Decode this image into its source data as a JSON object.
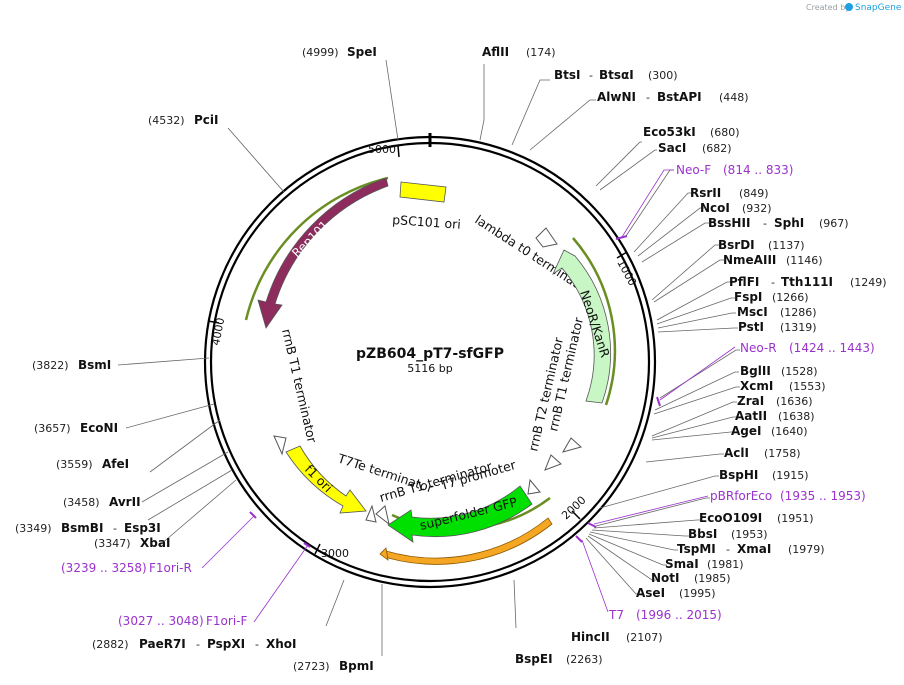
{
  "credit": {
    "created_by": "Created by",
    "brand": "SnapGene"
  },
  "plasmid": {
    "name": "pZB604_pT7-sfGFP",
    "length": "5116 bp"
  },
  "ticks": [
    "1000",
    "2000",
    "3000",
    "4000",
    "5000"
  ],
  "features": {
    "rep101": "Rep101",
    "psc101_ori": "pSC101 ori",
    "lambda_t0": "lambda t0 terminator",
    "neor": "NeoR/KanR",
    "rrnb_t2": "rrnB T2 terminator",
    "rrnb_t1_right": "rrnB T1 terminator",
    "rrnb_t1_left": "rrnB T1 terminator",
    "f1_ori": "f1 ori",
    "t7te": "T7Te terminator",
    "rrnb_t1_bottom": "rrnB T1 terminator",
    "t7_promoter": "T7 promoter",
    "sfgfp": "superfolder GFP"
  },
  "sites": {
    "aflii": {
      "name": "AflII",
      "pos": "(174)"
    },
    "btsi": {
      "name": "BtsI",
      "extra": "BtsαI",
      "pos": "(300)"
    },
    "alwni": {
      "name": "AlwNI",
      "extra": "BstAPI",
      "pos": "(448)"
    },
    "eco53ki": {
      "name": "Eco53kI",
      "pos": "(680)"
    },
    "saci": {
      "name": "SacI",
      "pos": "(682)"
    },
    "neof": {
      "name": "Neo-F",
      "pos": "(814 .. 833)"
    },
    "rsrii": {
      "name": "RsrII",
      "pos": "(849)"
    },
    "ncoi": {
      "name": "NcoI",
      "pos": "(932)"
    },
    "bsshii": {
      "name": "BssHII",
      "extra": "SphI",
      "pos": "(967)"
    },
    "bsrdi": {
      "name": "BsrDI",
      "pos": "(1137)"
    },
    "nmeaiii": {
      "name": "NmeAIII",
      "pos": "(1146)"
    },
    "pflfi": {
      "name": "PflFI",
      "extra": "Tth111I",
      "pos": "(1249)"
    },
    "fspi": {
      "name": "FspI",
      "pos": "(1266)"
    },
    "msci": {
      "name": "MscI",
      "pos": "(1286)"
    },
    "psti": {
      "name": "PstI",
      "pos": "(1319)"
    },
    "neor": {
      "name": "Neo-R",
      "pos": "(1424 .. 1443)"
    },
    "bglii": {
      "name": "BglII",
      "pos": "(1528)"
    },
    "xcmi": {
      "name": "XcmI",
      "pos": "(1553)"
    },
    "zrai": {
      "name": "ZraI",
      "pos": "(1636)"
    },
    "aatii": {
      "name": "AatII",
      "pos": "(1638)"
    },
    "agei": {
      "name": "AgeI",
      "pos": "(1640)"
    },
    "acli": {
      "name": "AclI",
      "pos": "(1758)"
    },
    "bsphi": {
      "name": "BspHI",
      "pos": "(1915)"
    },
    "pbrforeco": {
      "name": "pBRforEco",
      "pos": "(1935 .. 1953)"
    },
    "eco0109i": {
      "name": "EcoO109I",
      "pos": "(1951)"
    },
    "bbsi": {
      "name": "BbsI",
      "pos": "(1953)"
    },
    "tspmi": {
      "name": "TspMI",
      "extra": "XmaI",
      "pos": "(1979)"
    },
    "smai": {
      "name": "SmaI",
      "pos": "(1981)"
    },
    "noti": {
      "name": "NotI",
      "pos": "(1985)"
    },
    "asei": {
      "name": "AseI",
      "pos": "(1995)"
    },
    "t7": {
      "name": "T7",
      "pos": "(1996 .. 2015)"
    },
    "hincii": {
      "name": "HincII",
      "pos": "(2107)"
    },
    "bspei": {
      "name": "BspEI",
      "pos": "(2263)"
    },
    "bpmi": {
      "name": "BpmI",
      "pos": "(2723)"
    },
    "paer7i": {
      "name": "PaeR7I",
      "extra": "PspXI",
      "extra2": "XhoI",
      "pos": "(2882)"
    },
    "f1orif": {
      "name": "F1ori-F",
      "pos": "(3027 .. 3048)"
    },
    "f1orir": {
      "name": "F1ori-R",
      "pos": "(3239 .. 3258)"
    },
    "xbai": {
      "name": "XbaI",
      "pos": "(3347)"
    },
    "bsmbi": {
      "name": "BsmBI",
      "extra": "Esp3I",
      "pos": "(3349)"
    },
    "avrii": {
      "name": "AvrII",
      "pos": "(3458)"
    },
    "afei": {
      "name": "AfeI",
      "pos": "(3559)"
    },
    "econi": {
      "name": "EcoNI",
      "pos": "(3657)"
    },
    "bsmi": {
      "name": "BsmI",
      "pos": "(3822)"
    },
    "pcii": {
      "name": "PciI",
      "pos": "(4532)"
    },
    "spei": {
      "name": "SpeI",
      "pos": "(4999)"
    }
  },
  "dash": "-",
  "colors": {
    "rep101": "#8e2c5e",
    "ori": "#ffff00",
    "neor": "#c8f7c5",
    "sfgfp": "#00e000",
    "primer": "#9a32cd",
    "backbone": "#000000"
  }
}
